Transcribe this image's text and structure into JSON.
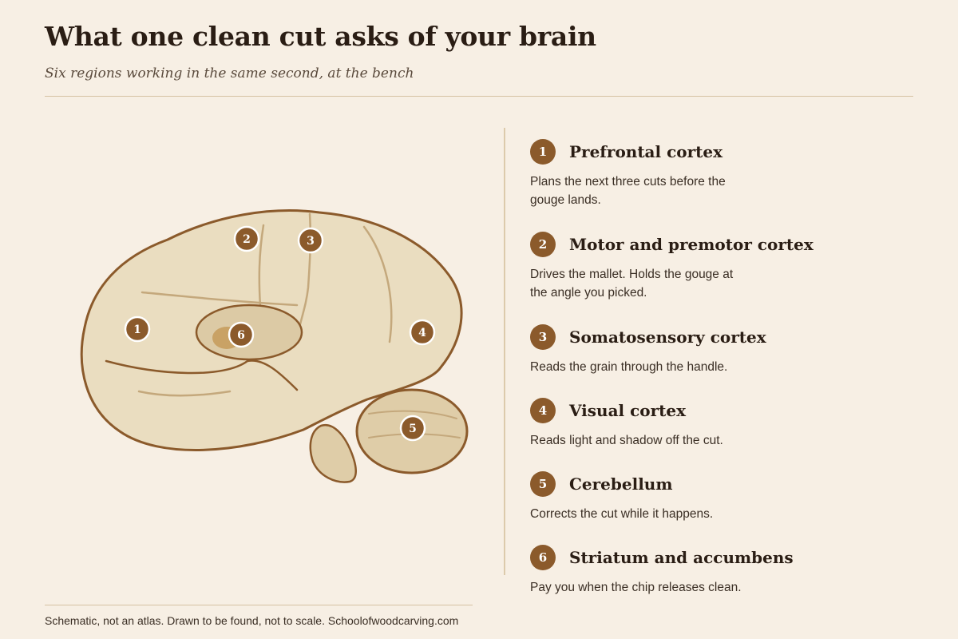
{
  "header": {
    "title": "What one clean cut asks of your brain",
    "subtitle": "Six regions working in the same second, at the bench"
  },
  "diagram": {
    "markers": [
      "1",
      "2",
      "3",
      "4",
      "5",
      "6"
    ]
  },
  "legend": {
    "items": [
      {
        "number": "1",
        "title": "Prefrontal cortex",
        "description": "Plans the next three cuts before the gouge lands."
      },
      {
        "number": "2",
        "title": "Motor and premotor cortex",
        "description": "Drives the mallet. Holds the gouge at the angle you picked."
      },
      {
        "number": "3",
        "title": "Somatosensory cortex",
        "description": "Reads the grain through the handle."
      },
      {
        "number": "4",
        "title": "Visual cortex",
        "description": "Reads light and shadow off the cut."
      },
      {
        "number": "5",
        "title": "Cerebellum",
        "description": "Corrects the cut while it happens."
      },
      {
        "number": "6",
        "title": "Striatum and accumbens",
        "description": "Pay you when the chip releases clean."
      }
    ]
  },
  "footer": {
    "note": "Schematic, not an atlas. Drawn to be found, not to scale. Schoolofwoodcarving.com"
  },
  "colors": {
    "background": "#f7efe4",
    "brain_fill": "#eaddc0",
    "outline": "#8b5a2b",
    "marker": "#8b5a2b",
    "sulcus": "#c4a87c"
  }
}
